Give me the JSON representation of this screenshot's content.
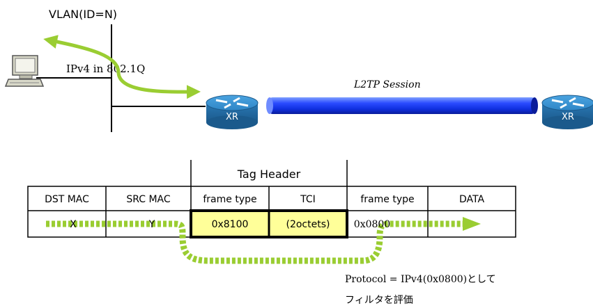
{
  "network": {
    "vlan_label": "VLAN(ID=N)",
    "traffic_label": "IPv4 in 802.1Q",
    "session_label": "L2TP Session",
    "router_left_label": "XR",
    "router_right_label": "XR"
  },
  "frame": {
    "tag_header_label": "Tag Header",
    "headers": [
      "DST MAC",
      "SRC MAC",
      "frame type",
      "TCI",
      "frame type",
      "DATA"
    ],
    "values": [
      "X",
      "Y",
      "0x8100",
      "(2octets)",
      "0x0800",
      ""
    ]
  },
  "note": {
    "line1": "Protocol = IPv4(0x0800)として",
    "line2": "フィルタを評価"
  },
  "colors": {
    "green_arrow": "#9acd32",
    "tube_blue": "#1e3cff",
    "router_blue": "#2f86c6",
    "tag_fill": "#ffff99"
  }
}
